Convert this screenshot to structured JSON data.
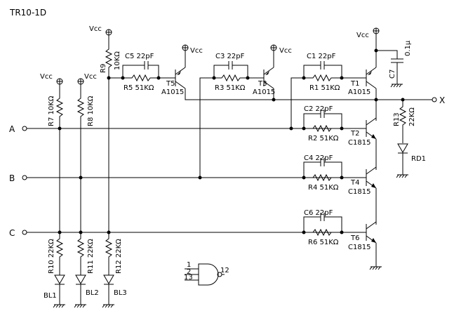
{
  "title": "TR10-1D",
  "vcc": "Vcc",
  "inputs": {
    "a": "A",
    "b": "B",
    "c": "C"
  },
  "output": "X",
  "resistors": {
    "r1": {
      "ref": "R1",
      "val": "51KΩ"
    },
    "r2": {
      "ref": "R2",
      "val": "51KΩ"
    },
    "r3": {
      "ref": "R3",
      "val": "51KΩ"
    },
    "r4": {
      "ref": "R4",
      "val": "51KΩ"
    },
    "r5": {
      "ref": "R5",
      "val": "51KΩ"
    },
    "r6": {
      "ref": "R6",
      "val": "51KΩ"
    },
    "r7": {
      "ref": "R7",
      "val": "10KΩ"
    },
    "r8": {
      "ref": "R8",
      "val": "10KΩ"
    },
    "r9": {
      "ref": "R9",
      "val": "10KΩ"
    },
    "r10": {
      "ref": "R10",
      "val": "22KΩ"
    },
    "r11": {
      "ref": "R11",
      "val": "22KΩ"
    },
    "r12": {
      "ref": "R12",
      "val": "22KΩ"
    },
    "r13": {
      "ref": "R13",
      "val": "22KΩ"
    }
  },
  "capacitors": {
    "c1": {
      "ref": "C1",
      "val": "22pF"
    },
    "c2": {
      "ref": "C2",
      "val": "22pF"
    },
    "c3": {
      "ref": "C3",
      "val": "22pF"
    },
    "c4": {
      "ref": "C4",
      "val": "22pF"
    },
    "c5": {
      "ref": "C5",
      "val": "22pF"
    },
    "c6": {
      "ref": "C6",
      "val": "22pF"
    },
    "c7": {
      "ref": "C7",
      "val": "0.1μ"
    }
  },
  "transistors": {
    "t1": {
      "ref": "T1",
      "part": "A1015"
    },
    "t2": {
      "ref": "T2",
      "part": "C1815"
    },
    "t3": {
      "ref": "T3",
      "part": "A1015"
    },
    "t4": {
      "ref": "T4",
      "part": "C1815"
    },
    "t5": {
      "ref": "T5",
      "part": "A1015"
    },
    "t6": {
      "ref": "T6",
      "part": "C1815"
    }
  },
  "leds": {
    "bl1": "BL1",
    "bl2": "BL2",
    "bl3": "BL3",
    "rd1": "RD1"
  },
  "gate": {
    "in1": "1",
    "in2": "2",
    "in3": "13",
    "out": "12"
  }
}
